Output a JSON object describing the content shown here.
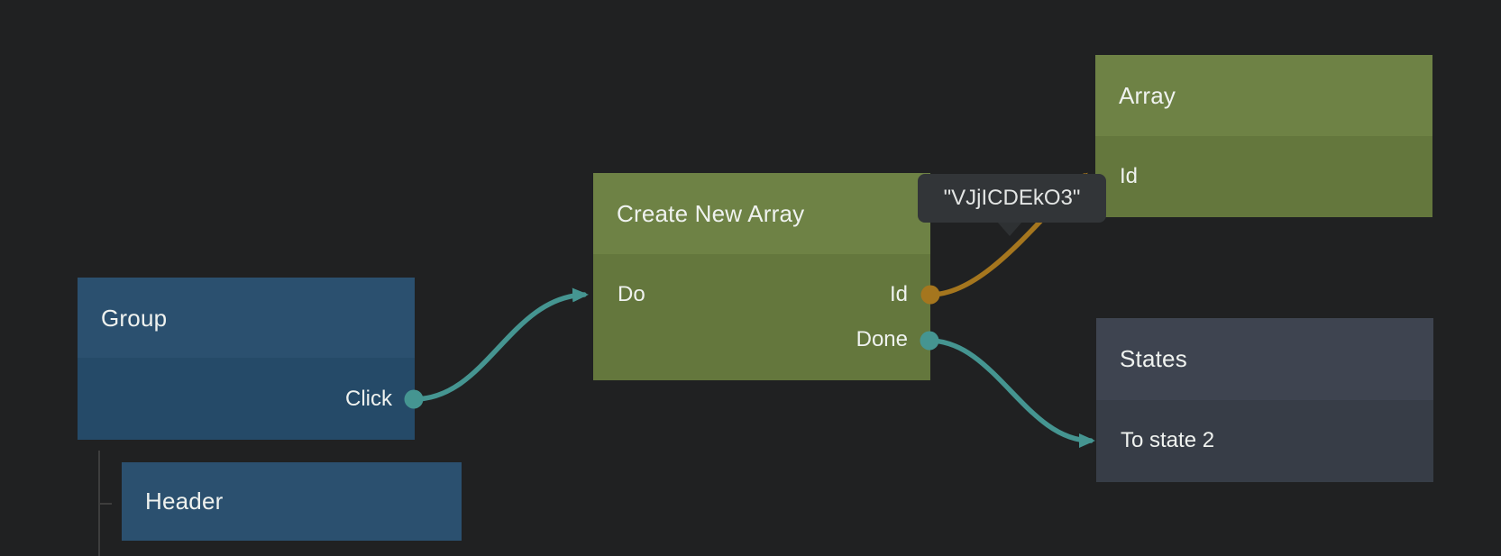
{
  "editor": {
    "background": "#202122",
    "text_color": "#eff2ef"
  },
  "nodes": [
    {
      "id": "group",
      "title": "Group",
      "theme": "blue",
      "ports": [
        {
          "name": "Click",
          "side": "right",
          "kind": "output"
        }
      ]
    },
    {
      "id": "header",
      "title": "Header",
      "theme": "blue",
      "ports": []
    },
    {
      "id": "create-new-array",
      "title": "Create New Array",
      "theme": "green",
      "ports": [
        {
          "name": "Do",
          "side": "left",
          "kind": "input"
        },
        {
          "name": "Id",
          "side": "right",
          "kind": "output"
        },
        {
          "name": "Done",
          "side": "right",
          "kind": "output"
        }
      ]
    },
    {
      "id": "array",
      "title": "Array",
      "theme": "green",
      "ports": [
        {
          "name": "Id",
          "side": "left",
          "kind": "input"
        }
      ]
    },
    {
      "id": "states",
      "title": "States",
      "theme": "slate",
      "ports": [
        {
          "name": "To state 2",
          "side": "left",
          "kind": "input"
        }
      ]
    }
  ],
  "connections": [
    {
      "from": "Group.Click",
      "to": "Create New Array.Do",
      "color": "#459591"
    },
    {
      "from": "Create New Array.Id",
      "to": "Array.Id",
      "color": "#a5761e",
      "value_label": "\"VJjICDEkO3\""
    },
    {
      "from": "Create New Array.Done",
      "to": "States.To state 2",
      "color": "#459591"
    }
  ],
  "tooltip": {
    "text": "\"VJjICDEkO3\""
  },
  "colors": {
    "node_blue_header": "#2b506f",
    "node_blue_body": "#254a68",
    "node_green_header": "#6e8245",
    "node_green_body": "#64773d",
    "node_slate_header": "#3e4450",
    "node_slate_body": "#373d47",
    "signal_teal": "#459591",
    "data_orange": "#a5761e",
    "tooltip_bg": "#323538",
    "tree_line": "#3d3d3d"
  }
}
